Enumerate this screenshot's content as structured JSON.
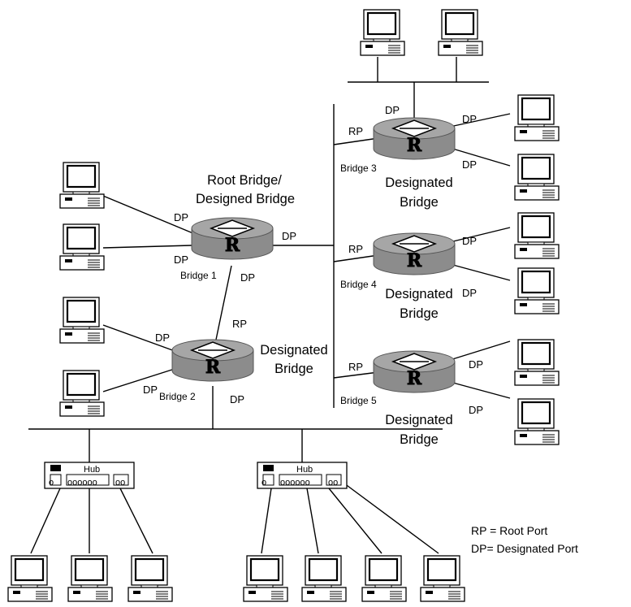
{
  "labels": {
    "rp": "RP",
    "dp": "DP",
    "bridge1_title_line1": "Root Bridge/",
    "bridge1_title_line2": "Designed Bridge",
    "designated_line1": "Designated",
    "designated_line2": "Bridge",
    "bridge1": "Bridge 1",
    "bridge2": "Bridge 2",
    "bridge3": "Bridge 3",
    "bridge4": "Bridge 4",
    "bridge5": "Bridge 5",
    "hub": "Hub",
    "router_glyph": "R"
  },
  "legend": {
    "rp": "RP = Root Port",
    "dp": "DP= Designated Port"
  },
  "icons": {
    "router": "router-icon",
    "computer": "computer-icon",
    "hub": "hub-icon"
  },
  "colors": {
    "router_fill": "#8c8c8c",
    "router_top": "#a6a6a6",
    "line": "#000000",
    "background": "#ffffff"
  }
}
